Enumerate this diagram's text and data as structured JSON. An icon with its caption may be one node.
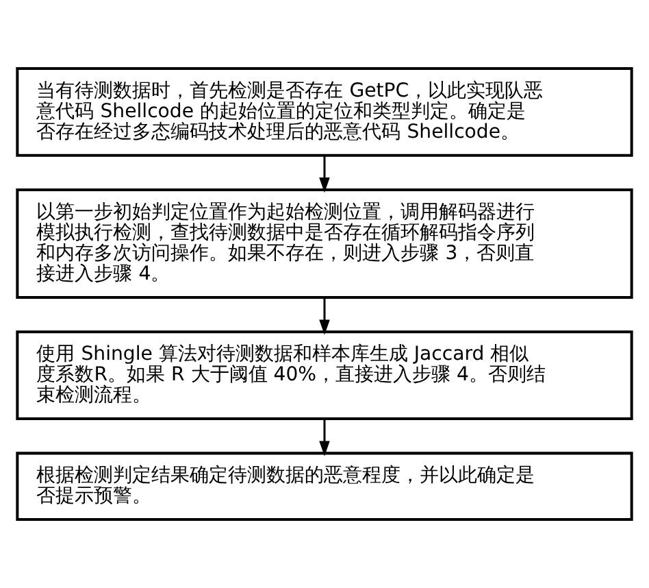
{
  "diagram": {
    "nodes": [
      {
        "text": [
          "当有待测数据时，首先检测是否存在 GetPC，以此实现队恶意代码 Shellcode 的起始位置的定位和类型判定。确定是否存在经过多态编码技术处理后的恶意代码 Shellcode。"
        ]
      },
      {
        "text": [
          "以第一步初始判定位置作为起始检测位置，调用解码器进行模拟执行检测，查找待测数据中是否存在循环解码指令序列和内存多次访问操作。如果不存在，则进入步骤 3，否则直接进入步骤 4。"
        ]
      },
      {
        "text": [
          "使用 Shingle 算法对待测数据和样本库生成 Jaccard 相似度系数R。如果 R 大于阈值 40%，直接进入步骤 4。否则结束检测流程。"
        ]
      },
      {
        "text": [
          "根据检测判定结果确定待测数据的恶意程度，并以此确定是否提示预警。"
        ]
      }
    ],
    "edges": [
      {
        "from": 0,
        "to": 1,
        "arrow": "to"
      },
      {
        "from": 1,
        "to": 2,
        "arrow": "to"
      },
      {
        "from": 2,
        "to": 3,
        "arrow": "to"
      }
    ]
  }
}
